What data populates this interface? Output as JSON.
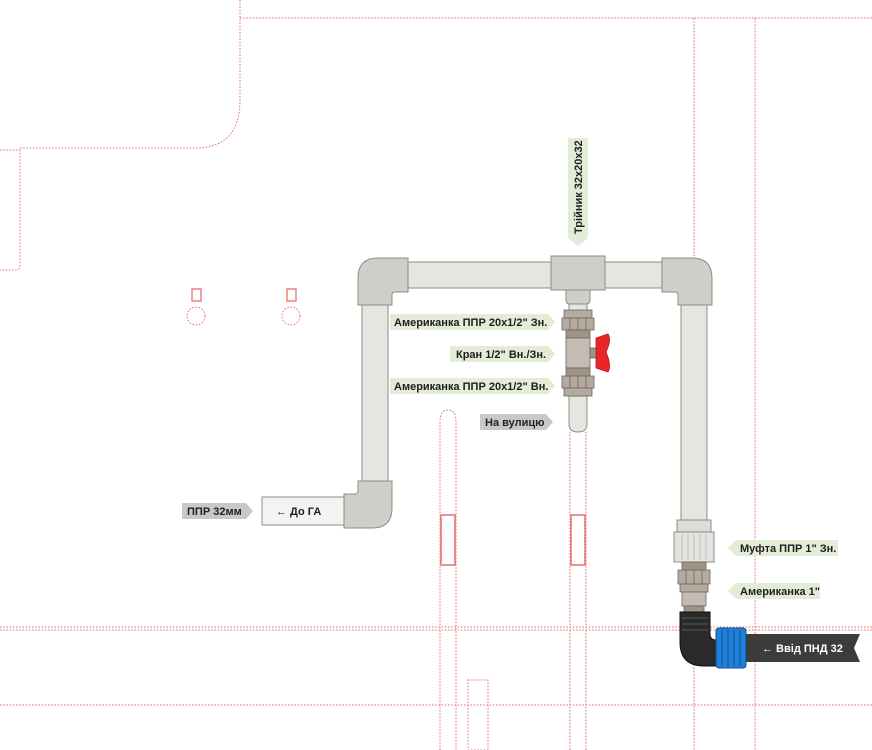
{
  "labels": {
    "tee": "Трійник 32х20х32",
    "union_top": "Американка ППР 20х1/2\" Зн.",
    "valve": "Кран 1/2\" Вн./Зн.",
    "union_bottom": "Американка ППР 20х1/2\" Вн.",
    "to_street": "На вулицю",
    "ppr_32": "ППР 32мм",
    "to_ga": "← До ГА",
    "coupling": "Муфта ППР 1\" Зн.",
    "union_1": "Американка 1\"",
    "inlet": "← Ввід ПНД 32"
  },
  "colors": {
    "pipe_fill": "#e6e6e1",
    "pipe_stroke": "#8c8c88",
    "elbow_fill": "#cfcfca",
    "brass": "#b4aaa0",
    "valve_red": "#e8262a",
    "label_green": "#e3ecd7",
    "label_gray": "#c8c8c8",
    "inlet_dark": "#3c3c3c",
    "fitting_blue": "#1f7fd9",
    "dotted_red": "#e86e6e"
  },
  "icons": {
    "valve_handle": "butterfly-handle-icon",
    "socket": "socket-icon"
  }
}
